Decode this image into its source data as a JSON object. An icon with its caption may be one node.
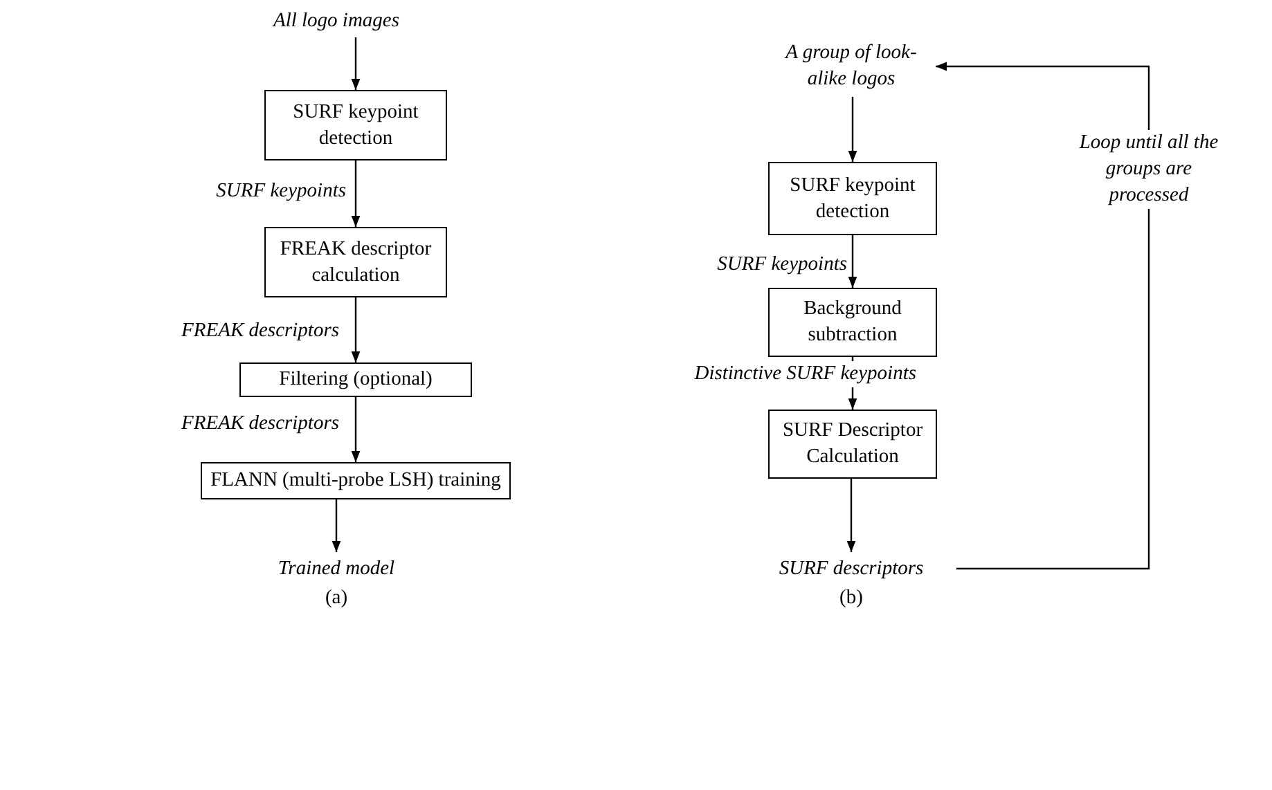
{
  "diagram": {
    "nodes": [
      {
        "text": [
          "All logo images"
        ]
      },
      {
        "text": [
          "SURF keypoint detection"
        ]
      },
      {
        "text": [
          "FREAK descriptor calculation"
        ]
      },
      {
        "text": [
          "Filtering (optional)"
        ]
      },
      {
        "text": [
          "FLANN (multi-probe LSH) training"
        ]
      },
      {
        "text": [
          "Trained model"
        ]
      },
      {
        "text": [
          "A group of look-alike logos"
        ]
      },
      {
        "text": [
          "SURF keypoint detection"
        ]
      },
      {
        "text": [
          "Background subtraction"
        ]
      },
      {
        "text": [
          "SURF Descriptor Calculation"
        ]
      },
      {
        "text": [
          "SURF descriptors"
        ]
      }
    ],
    "edges": [
      {
        "from": 0,
        "to": 1,
        "arrow": "to"
      },
      {
        "from": 1,
        "to": 2,
        "arrow": "to",
        "label": "SURF keypoints"
      },
      {
        "from": 2,
        "to": 3,
        "arrow": "to",
        "label": "FREAK descriptors"
      },
      {
        "from": 3,
        "to": 4,
        "arrow": "to",
        "label": "FREAK descriptors"
      },
      {
        "from": 4,
        "to": 5,
        "arrow": "to"
      },
      {
        "from": 6,
        "to": 7,
        "arrow": "to"
      },
      {
        "from": 7,
        "to": 8,
        "arrow": "to",
        "label": "SURF keypoints"
      },
      {
        "from": 8,
        "to": 9,
        "arrow": "to",
        "label": "Distinctive SURF keypoints"
      },
      {
        "from": 9,
        "to": 10,
        "arrow": "to"
      },
      {
        "from": 10,
        "to": 6,
        "arrow": "to",
        "label": "Loop until all the groups are processed"
      }
    ],
    "labels": [
      "(a)",
      "(b)"
    ]
  }
}
